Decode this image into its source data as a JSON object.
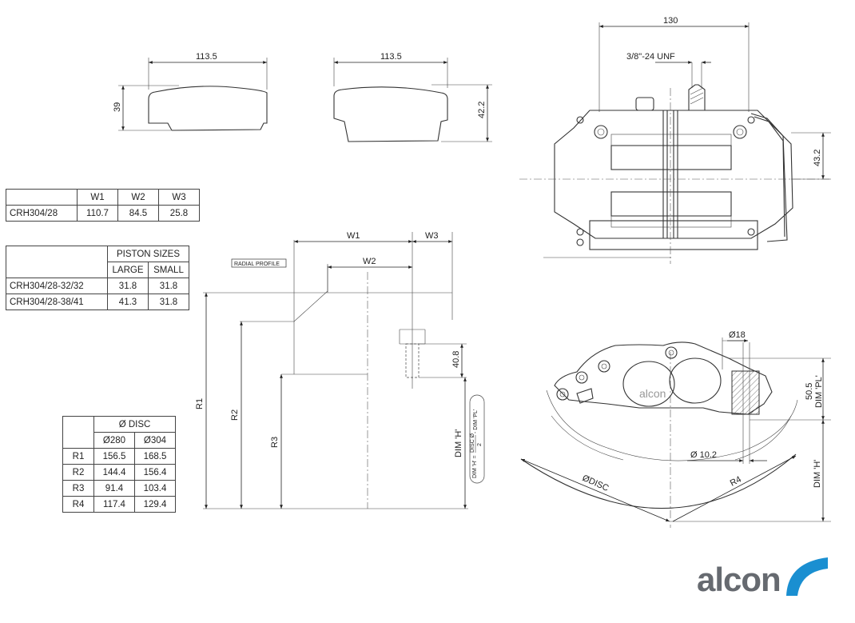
{
  "pads": {
    "left_width": "113.5",
    "left_height": "39",
    "right_width": "113.5",
    "right_height": "42.2"
  },
  "caliper_top": {
    "width": "130",
    "thread": "3/8\"-24 UNF",
    "height": "43.2"
  },
  "caliper_side": {
    "hole_dia": "Ø18",
    "small_dia": "Ø 10.2",
    "dim_pl": "50.5",
    "dim_pl_label": "DIM 'PL'",
    "dim_h_label": "DIM 'H'",
    "disc_label": "ØDISC",
    "r4_label": "R4"
  },
  "profile": {
    "radial_profile": "RADIAL PROFILE",
    "w1": "W1",
    "w2": "W2",
    "w3": "W3",
    "r1": "R1",
    "r2": "R2",
    "r3": "R3",
    "h408": "40.8",
    "dim_h": "DIM 'H'",
    "formula_left": "DIM 'H' =",
    "formula_num": "DISC Ø",
    "formula_den": "2",
    "formula_right": "- DIM 'PL'"
  },
  "table_w": {
    "headers": [
      "",
      "W1",
      "W2",
      "W3"
    ],
    "rows": [
      [
        "CRH304/28",
        "110.7",
        "84.5",
        "25.8"
      ]
    ]
  },
  "table_piston": {
    "group_header": "PISTON SIZES",
    "headers": [
      "LARGE",
      "SMALL"
    ],
    "rows": [
      [
        "CRH304/28-32/32",
        "31.8",
        "31.8"
      ],
      [
        "CRH304/28-38/41",
        "41.3",
        "31.8"
      ]
    ]
  },
  "table_disc": {
    "group_header": "Ø DISC",
    "headers": [
      "Ø280",
      "Ø304"
    ],
    "rows": [
      [
        "R1",
        "156.5",
        "168.5"
      ],
      [
        "R2",
        "144.4",
        "156.4"
      ],
      [
        "R3",
        "91.4",
        "103.4"
      ],
      [
        "R4",
        "117.4",
        "129.4"
      ]
    ]
  },
  "brand": {
    "name": "alcon",
    "color": "#666a70",
    "accent": "#1a8fd1"
  }
}
